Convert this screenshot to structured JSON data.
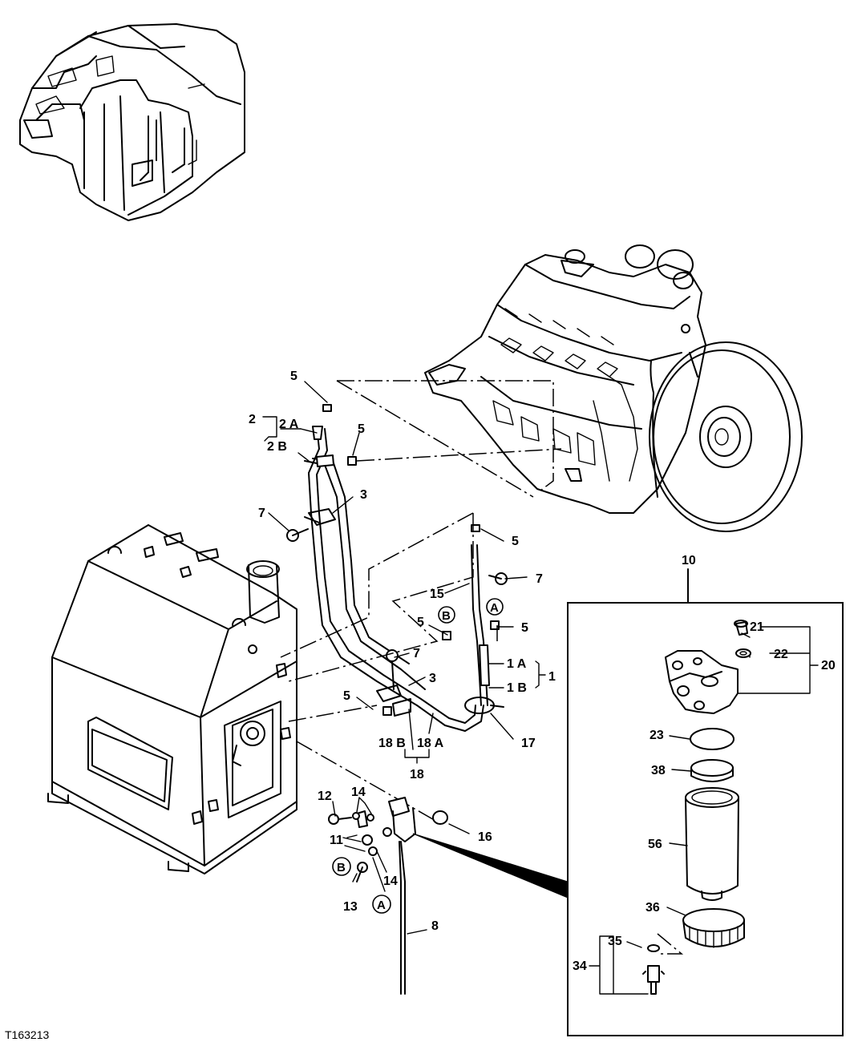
{
  "figure_id": "T163213",
  "callouts": {
    "c1": "1",
    "c1a": "1 A",
    "c1b": "1 B",
    "c2": "2",
    "c2a": "2 A",
    "c2b": "2 B",
    "c3a": "3",
    "c3b": "3",
    "c5a": "5",
    "c5b": "5",
    "c5c": "5",
    "c5d": "5",
    "c5e": "5",
    "c5f": "5",
    "c7a": "7",
    "c7b": "7",
    "c7c": "7",
    "c8": "8",
    "c10": "10",
    "c11": "11",
    "c12": "12",
    "c13": "13",
    "c14a": "14",
    "c14b": "14",
    "c15": "15",
    "c16": "16",
    "c17": "17",
    "c18": "18",
    "c18a": "18 A",
    "c18b": "18 B",
    "c20": "20",
    "c21": "21",
    "c22": "22",
    "c23": "23",
    "c34": "34",
    "c35": "35",
    "c36": "36",
    "c38": "38",
    "c56": "56"
  },
  "markers": {
    "a": "A",
    "b": "B"
  }
}
